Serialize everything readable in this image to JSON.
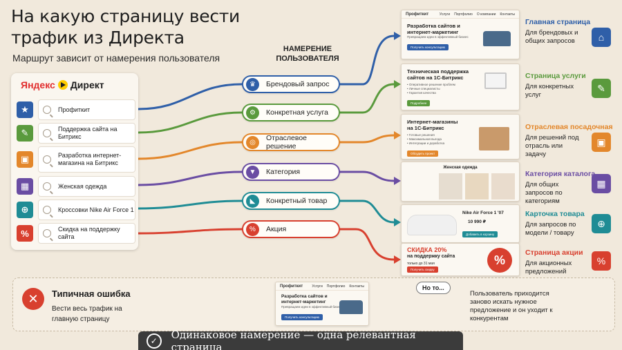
{
  "title": "На какую страницу вести трафик из Директа",
  "subtitle": "Маршрут зависит от намерения пользователя",
  "intent_header": "НАМЕРЕНИЕ ПОЛЬЗОВАТЕЛЯ",
  "logo": {
    "yandex": "Яндекс",
    "direct": "Директ"
  },
  "queries": [
    {
      "text": "Профиткит",
      "icon": "star-icon",
      "color": "#2f5fa8"
    },
    {
      "text": "Поддержка сайта на Битрикс",
      "icon": "wrench-icon",
      "color": "#5a9a3d"
    },
    {
      "text": "Разработка интернет-магазина на Битрикс",
      "icon": "case-icon",
      "color": "#e3872b"
    },
    {
      "text": "Женская одежда",
      "icon": "grid-icon",
      "color": "#6a4da3"
    },
    {
      "text": "Кроссовки Nike Air Force 1",
      "icon": "cart-icon",
      "color": "#1f8c95"
    },
    {
      "text": "Скидка на поддержку сайта",
      "icon": "tag-icon",
      "color": "#d8402f"
    }
  ],
  "intents": [
    {
      "label": "Брендовый запрос",
      "icon": "crown-icon",
      "color": "#2f5fa8"
    },
    {
      "label": "Конкретная услуга",
      "icon": "gear-icon",
      "color": "#5a9a3d"
    },
    {
      "label": "Отраслевое решение",
      "icon": "target-icon",
      "color": "#e3872b"
    },
    {
      "label": "Категория",
      "icon": "shirt-icon",
      "color": "#6a4da3"
    },
    {
      "label": "Конкретный товар",
      "icon": "sneaker-icon",
      "color": "#1f8c95"
    },
    {
      "label": "Акция",
      "icon": "percent-icon",
      "color": "#d8402f"
    }
  ],
  "pages": {
    "home": {
      "brand": "Профиткит",
      "nav": [
        "Услуги",
        "Портфолио",
        "О компании",
        "Контакты"
      ],
      "heading": "Разработка сайтов и интернет-маркетинг",
      "sub": "Превращаем идеи в эффективный бизнес",
      "button": "Получить консультацию"
    },
    "service": {
      "heading": "Техническая поддержка сайтов на 1С-Битрикс",
      "bullets": [
        "Оперативное решение проблем",
        "Личные специалисты",
        "Гарантия качества"
      ],
      "button": "Подробнее"
    },
    "industry": {
      "heading": "Интернет-магазины на 1С-Битрикс",
      "bullets": [
        "Готовые решения",
        "Максимальная выгода",
        "Интеграции и доработка"
      ],
      "button": "Обсудить проект"
    },
    "catalog": {
      "heading": "Женская одежда"
    },
    "product": {
      "heading": "Nike Air Force 1 '07",
      "price": "10 990 ₽",
      "button": "Добавить в корзину"
    },
    "promo": {
      "heading": "СКИДКА 20%",
      "line2": "на поддержку сайта",
      "note": "только до 31 мая",
      "button": "Получить скидку"
    }
  },
  "categories": [
    {
      "title": "Главная страница",
      "desc": "Для брендовых и общих запросов",
      "color": "#2f5fa8",
      "icon": "home-icon",
      "glyph": "⌂"
    },
    {
      "title": "Страница услуги",
      "desc": "Для конкретных услуг",
      "color": "#5a9a3d",
      "icon": "wrench-icon",
      "glyph": "✎"
    },
    {
      "title": "Отраслевая посадочная",
      "desc": "Для решений под отрасль или задачу",
      "color": "#e3872b",
      "icon": "case-icon",
      "glyph": "▣"
    },
    {
      "title": "Категория каталога",
      "desc": "Для общих запросов по категориям",
      "color": "#6a4da3",
      "icon": "grid-icon",
      "glyph": "▦"
    },
    {
      "title": "Карточка товара",
      "desc": "Для запросов по модели / товару",
      "color": "#1f8c95",
      "icon": "cart-icon",
      "glyph": "⊕"
    },
    {
      "title": "Страница акции",
      "desc": "Для акционных предложений",
      "color": "#d8402f",
      "icon": "percent-icon",
      "glyph": "%"
    }
  ],
  "mistake": {
    "title": "Типичная ошибка",
    "desc": "Вести весь трафик на главную страницу",
    "bubble": "Но то...",
    "result": "Пользователь приходится заново искать нужное предложение и он уходит к конкурентам"
  },
  "slogan": "Одинаковое намерение — одна релевантная страница"
}
